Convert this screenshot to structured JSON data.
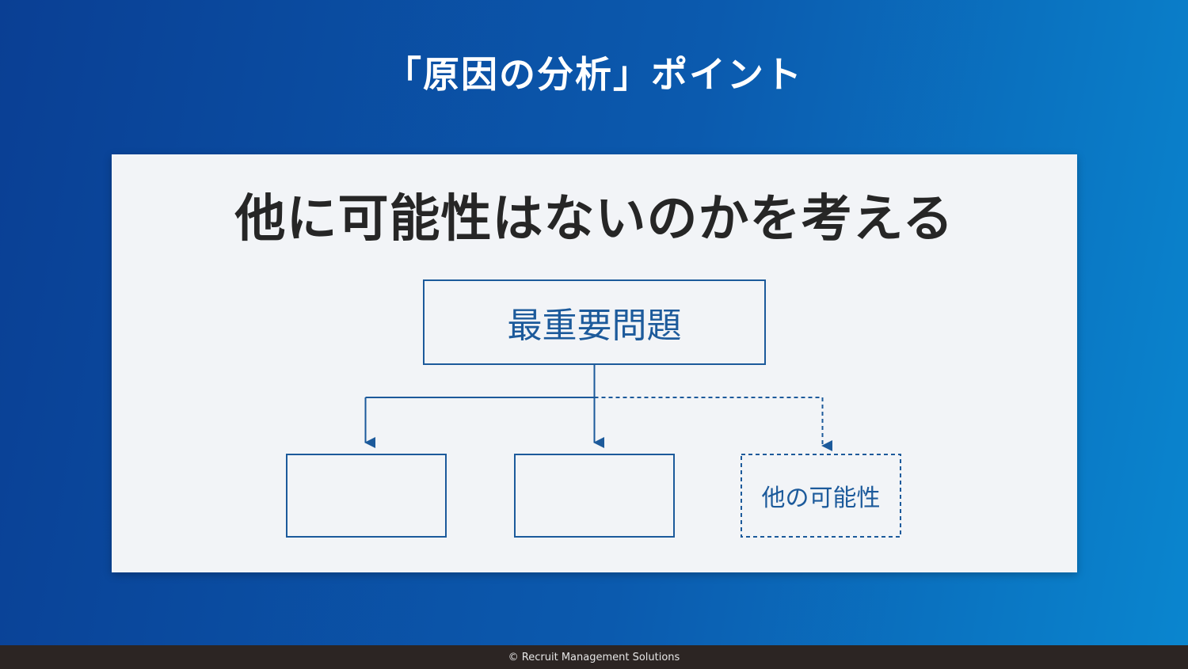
{
  "slide": {
    "title": "「原因の分析」ポイント"
  },
  "panel": {
    "heading": "他に可能性はないのかを考える"
  },
  "diagram": {
    "root_label": "最重要問題",
    "children": [
      {
        "label": "",
        "style": "solid"
      },
      {
        "label": "",
        "style": "solid"
      },
      {
        "label": "他の可能性",
        "style": "dashed"
      }
    ],
    "line_color": "#1c5a9b"
  },
  "footer": {
    "copyright": "© Recruit Management Solutions"
  },
  "colors": {
    "background_start": "#0a3f94",
    "background_end": "#0a86cf",
    "panel": "#f2f4f7",
    "heading_text": "#262626",
    "diagram": "#1c5a9b",
    "footer": "#2c2523"
  }
}
